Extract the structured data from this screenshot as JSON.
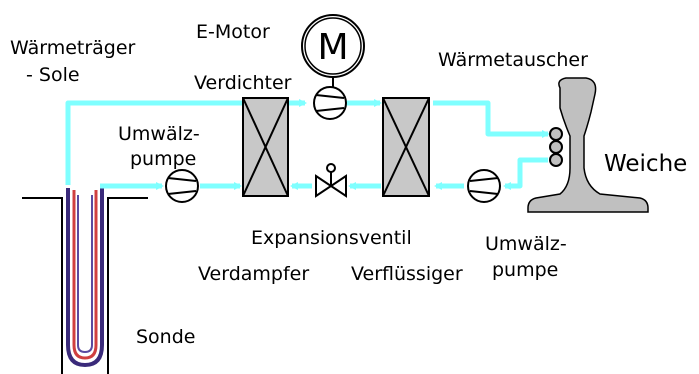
{
  "labels": {
    "waermetraeger_line1": "Wärmeträger",
    "waermetraeger_line2": "- Sole",
    "e_motor": "E-Motor",
    "motor_letter": "M",
    "verdichter": "Verdichter",
    "waermetauscher": "Wärmetauscher",
    "umwaelzpumpe_left_line1": "Umwälz-",
    "umwaelzpumpe_left_line2": "pumpe",
    "weiche": "Weiche",
    "expansionsventil": "Expansionsventil",
    "umwaelzpumpe_right_line1": "Umwälz-",
    "umwaelzpumpe_right_line2": "pumpe",
    "verdampfer": "Verdampfer",
    "verfluessiger": "Verflüssiger",
    "sonde": "Sonde"
  },
  "colors": {
    "pipe": "#7fffff",
    "exchanger_fill": "#c8c8c8",
    "rail_fill": "#c0c0c0",
    "probe_inner": "#3a2a7a",
    "probe_red": "#d04040"
  }
}
